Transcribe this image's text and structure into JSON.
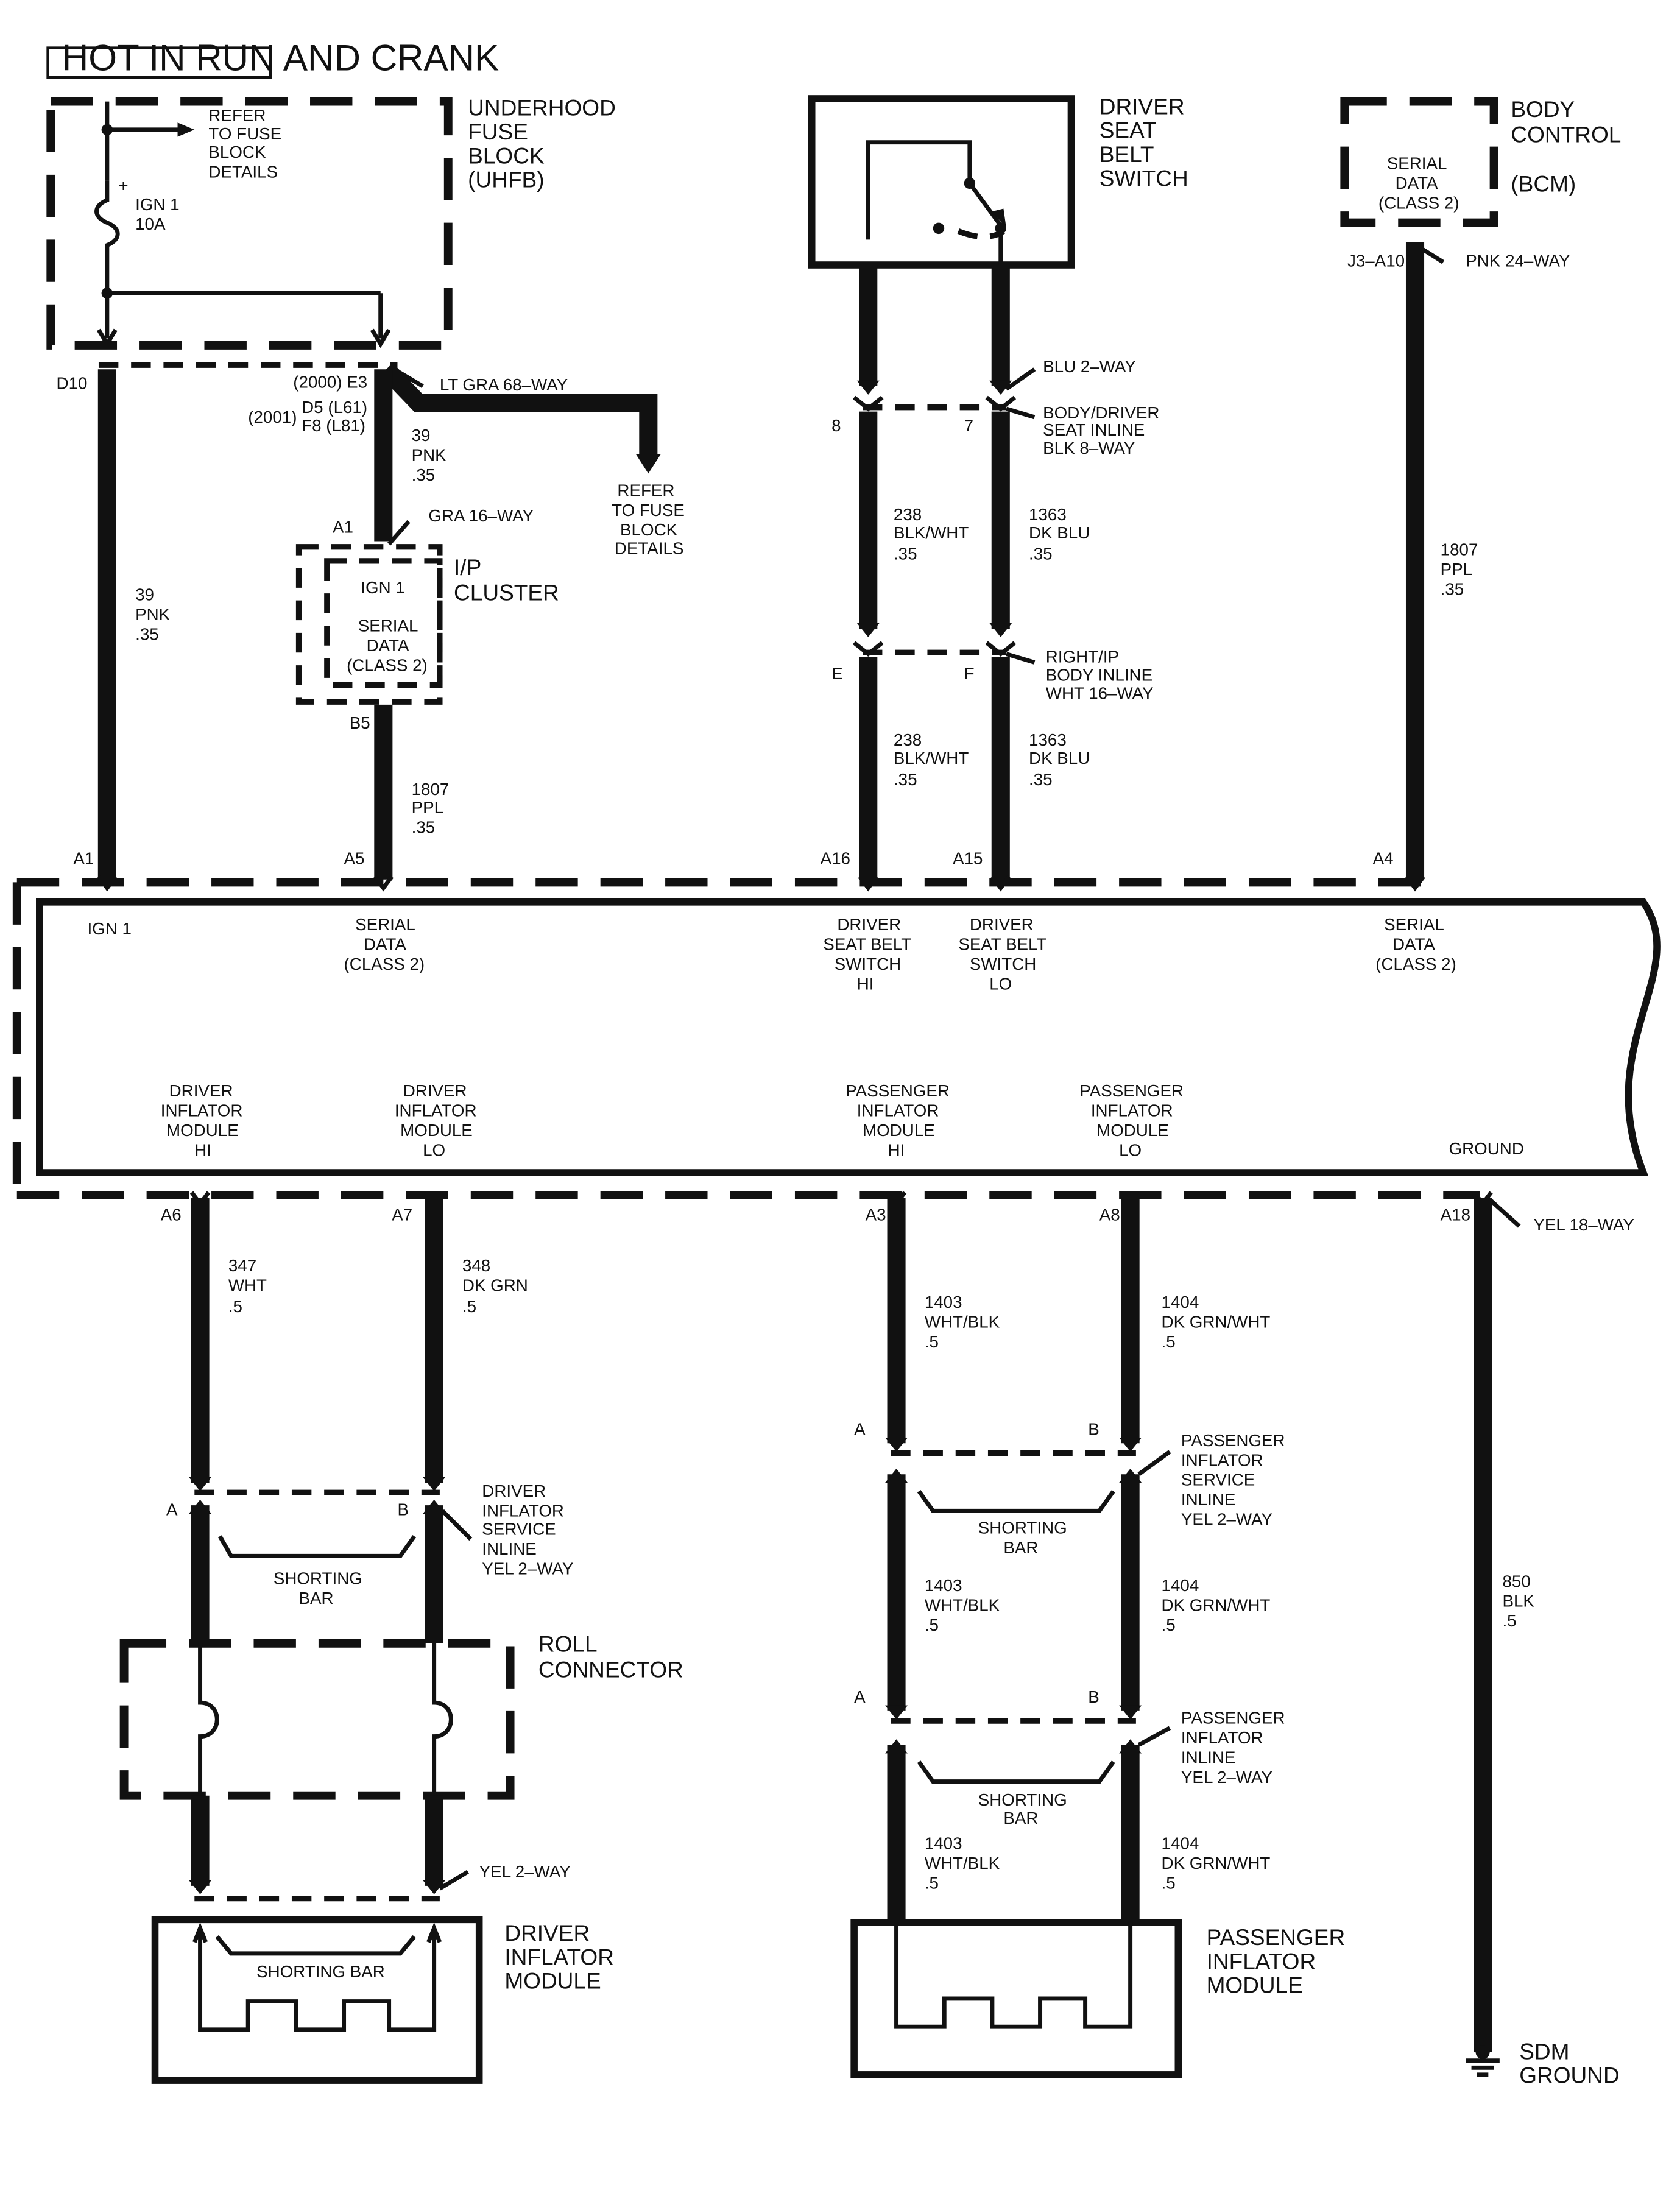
{
  "header": {
    "power_label": "HOT IN RUN AND CRANK"
  },
  "uhfb": {
    "name": [
      "UNDERHOOD",
      "FUSE",
      "BLOCK",
      "(UHFB)"
    ],
    "refer": [
      "REFER",
      "TO FUSE",
      "BLOCK",
      "DETAILS"
    ],
    "fuse_plus": "+",
    "fuse_name": "IGN 1",
    "fuse_rating": "10A",
    "pin_d10": "D10",
    "pin_e3": "(2000) E3",
    "pin_d5": "D5 (L61)",
    "pin_2001": "(2001)",
    "pin_f8": "F8 (L81)",
    "connector": "LT GRA 68–WAY",
    "refer2": [
      "REFER",
      "TO FUSE",
      "BLOCK",
      "DETAILS"
    ]
  },
  "driver_seat_belt_switch": {
    "name": [
      "DRIVER",
      "SEAT",
      "BELT",
      "SWITCH"
    ]
  },
  "bcm": {
    "name": [
      "BODY",
      "CONTROL",
      "(BCM)"
    ],
    "inner": [
      "SERIAL",
      "DATA",
      "(CLASS 2)"
    ],
    "pin": "J3–A10",
    "connector": "PNK 24–WAY"
  },
  "ip_cluster": {
    "name": [
      "I/P",
      "CLUSTER"
    ],
    "pin_a1": "A1",
    "connector": "GRA 16–WAY",
    "ign": "IGN 1",
    "inner": [
      "SERIAL",
      "DATA",
      "(CLASS 2)"
    ],
    "pin_b5": "B5"
  },
  "wires": {
    "w39a": [
      "39",
      "PNK",
      ".35"
    ],
    "w39b": [
      "39",
      "PNK",
      ".35"
    ],
    "w1807a": [
      "1807",
      "PPL",
      ".35"
    ],
    "w1807b": [
      "1807",
      "PPL",
      ".35"
    ],
    "w238a": [
      "238",
      "BLK/WHT",
      ".35"
    ],
    "w238b": [
      "238",
      "BLK/WHT",
      ".35"
    ],
    "w1363a": [
      "1363",
      "DK BLU",
      ".35"
    ],
    "w1363b": [
      "1363",
      "DK BLU",
      ".35"
    ],
    "w347": [
      "347",
      "WHT",
      ".5"
    ],
    "w348": [
      "348",
      "DK GRN",
      ".5"
    ],
    "w1403a": [
      "1403",
      "WHT/BLK",
      ".5"
    ],
    "w1403b": [
      "1403",
      "WHT/BLK",
      ".5"
    ],
    "w1403c": [
      "1403",
      "WHT/BLK",
      ".5"
    ],
    "w1404a": [
      "1404",
      "DK GRN/WHT",
      ".5"
    ],
    "w1404b": [
      "1404",
      "DK GRN/WHT",
      ".5"
    ],
    "w1404c": [
      "1404",
      "DK GRN/WHT",
      ".5"
    ],
    "w850": [
      "850",
      "BLK",
      ".5"
    ]
  },
  "connectors": {
    "blu2way": "BLU 2–WAY",
    "body_driver": [
      "BODY/DRIVER",
      "SEAT INLINE",
      "BLK 8–WAY"
    ],
    "pin8": "8",
    "pin7": "7",
    "right_ip": [
      "RIGHT/IP",
      "BODY INLINE",
      "WHT 16–WAY"
    ],
    "pinE": "E",
    "pinF": "F",
    "yel18": "YEL 18–WAY",
    "drv_service": [
      "DRIVER",
      "INFLATOR",
      "SERVICE",
      "INLINE",
      "YEL 2–WAY"
    ],
    "pass_service": [
      "PASSENGER",
      "INFLATOR",
      "SERVICE",
      "INLINE",
      "YEL 2–WAY"
    ],
    "pass_inline": [
      "PASSENGER",
      "INFLATOR",
      "INLINE",
      "YEL 2–WAY"
    ],
    "yel2way": "YEL 2–WAY",
    "pinA": "A",
    "pinB": "B"
  },
  "sdm_pins": {
    "a1": "A1",
    "a5": "A5",
    "a16": "A16",
    "a15": "A15",
    "a4": "A4",
    "a6": "A6",
    "a7": "A7",
    "a3": "A3",
    "a8": "A8",
    "a18": "A18"
  },
  "sdm_labels": {
    "ign1": "IGN 1",
    "serial1": [
      "SERIAL",
      "DATA",
      "(CLASS 2)"
    ],
    "dsb_hi": [
      "DRIVER",
      "SEAT BELT",
      "SWITCH",
      "HI"
    ],
    "dsb_lo": [
      "DRIVER",
      "SEAT BELT",
      "SWITCH",
      "LO"
    ],
    "serial2": [
      "SERIAL",
      "DATA",
      "(CLASS 2)"
    ],
    "dim_hi": [
      "DRIVER",
      "INFLATOR",
      "MODULE",
      "HI"
    ],
    "dim_lo": [
      "DRIVER",
      "INFLATOR",
      "MODULE",
      "LO"
    ],
    "pim_hi": [
      "PASSENGER",
      "INFLATOR",
      "MODULE",
      "HI"
    ],
    "pim_lo": [
      "PASSENGER",
      "INFLATOR",
      "MODULE",
      "LO"
    ],
    "ground": "GROUND"
  },
  "shorting": {
    "bar1": [
      "SHORTING",
      "BAR"
    ],
    "bar2": [
      "SHORTING",
      "BAR"
    ],
    "bar3": [
      "SHORTING",
      "BAR"
    ],
    "bar4": "SHORTING BAR"
  },
  "roll_connector": [
    "ROLL",
    "CONNECTOR"
  ],
  "driver_module": [
    "DRIVER",
    "INFLATOR",
    "MODULE"
  ],
  "passenger_module": [
    "PASSENGER",
    "INFLATOR",
    "MODULE"
  ],
  "sdm_ground": [
    "SDM",
    "GROUND"
  ]
}
